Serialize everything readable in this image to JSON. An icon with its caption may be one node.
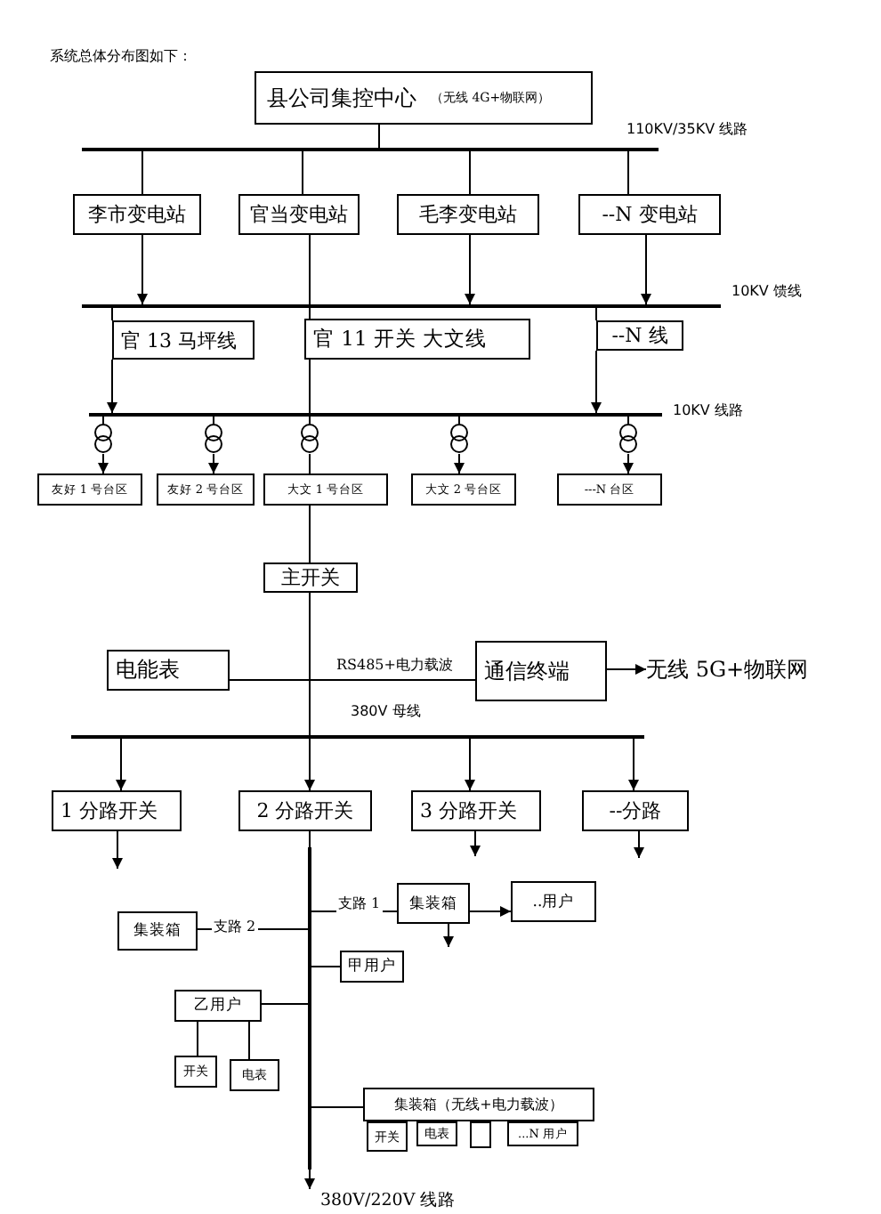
{
  "diagram": {
    "title": "系统总体分布图如下：",
    "nodes": [
      {
        "text": [
          "县公司集控中心",
          "（无线 4G+物联网）"
        ]
      },
      {
        "text": [],
        "shape": "bar",
        "beside": [
          "110KV/35KV 线路"
        ]
      },
      {
        "text": [
          "李市变电站"
        ]
      },
      {
        "text": [
          "官当变电站"
        ]
      },
      {
        "text": [
          "毛李变电站"
        ]
      },
      {
        "text": [
          "--N 变电站"
        ]
      },
      {
        "text": [],
        "shape": "bar",
        "beside": [
          "10KV 馈线"
        ]
      },
      {
        "text": [
          "官 13 马坪线"
        ]
      },
      {
        "text": [
          "官 11 开关 大文线"
        ]
      },
      {
        "text": [
          "--N 线"
        ]
      },
      {
        "text": [],
        "shape": "bar",
        "beside": [
          "10KV 线路"
        ]
      },
      {
        "text": [],
        "shape": "circle"
      },
      {
        "text": [],
        "shape": "circle"
      },
      {
        "text": [],
        "shape": "circle"
      },
      {
        "text": [],
        "shape": "circle"
      },
      {
        "text": [],
        "shape": "circle"
      },
      {
        "text": [
          "友好 1 号台区"
        ]
      },
      {
        "text": [
          "友好 2 号台区"
        ]
      },
      {
        "text": [
          "大文 1 号台区"
        ]
      },
      {
        "text": [
          "大文 2 号台区"
        ]
      },
      {
        "text": [
          "---N 台区"
        ]
      },
      {
        "text": [
          "主开关"
        ]
      },
      {
        "text": [
          "电能表"
        ]
      },
      {
        "text": [
          "通信终端"
        ]
      },
      {
        "text": [
          "无线 5G+物联网"
        ]
      },
      {
        "text": [],
        "shape": "bar",
        "beside": [
          "380V 母线"
        ]
      },
      {
        "text": [
          "1 分路开关"
        ]
      },
      {
        "text": [
          "2 分路开关"
        ]
      },
      {
        "text": [
          "3 分路开关"
        ]
      },
      {
        "text": [
          "--分路"
        ]
      },
      {
        "text": [],
        "shape": "bar"
      },
      {
        "text": [
          "集装箱"
        ]
      },
      {
        "text": [
          "..用户"
        ]
      },
      {
        "text": [
          "集装箱"
        ]
      },
      {
        "text": [
          "甲用户"
        ]
      },
      {
        "text": [
          "乙用户"
        ]
      },
      {
        "text": [
          "开关"
        ]
      },
      {
        "text": [
          "电表"
        ]
      },
      {
        "text": [
          "集装箱（无线+电力载波）"
        ]
      },
      {
        "text": [
          "开关"
        ]
      },
      {
        "text": [
          "电表"
        ]
      },
      {
        "text": [],
        "shape": "box"
      },
      {
        "text": [
          "...N 用户"
        ]
      },
      {
        "text": [
          "380V/220V 线路"
        ]
      }
    ],
    "edges": [
      {
        "from": 0,
        "to": 1,
        "arrow": "none"
      },
      {
        "from": 1,
        "to": 2,
        "arrow": "none"
      },
      {
        "from": 1,
        "to": 3,
        "arrow": "none"
      },
      {
        "from": 1,
        "to": 4,
        "arrow": "none"
      },
      {
        "from": 1,
        "to": 5,
        "arrow": "none"
      },
      {
        "from": 2,
        "to": 6,
        "arrow": "to"
      },
      {
        "from": 3,
        "to": 6,
        "arrow": "none"
      },
      {
        "from": 4,
        "to": 6,
        "arrow": "to"
      },
      {
        "from": 5,
        "to": 6,
        "arrow": "to"
      },
      {
        "from": 6,
        "to": 7,
        "arrow": "none"
      },
      {
        "from": 7,
        "to": 10,
        "arrow": "to"
      },
      {
        "from": 6,
        "to": 8,
        "arrow": "none"
      },
      {
        "from": 8,
        "to": 10,
        "arrow": "none"
      },
      {
        "from": 6,
        "to": 9,
        "arrow": "none"
      },
      {
        "from": 9,
        "to": 10,
        "arrow": "to"
      },
      {
        "from": 10,
        "to": 11,
        "arrow": "none"
      },
      {
        "from": 10,
        "to": 12,
        "arrow": "none"
      },
      {
        "from": 10,
        "to": 13,
        "arrow": "none"
      },
      {
        "from": 10,
        "to": 14,
        "arrow": "none"
      },
      {
        "from": 10,
        "to": 15,
        "arrow": "none"
      },
      {
        "from": 11,
        "to": 16,
        "arrow": "to"
      },
      {
        "from": 12,
        "to": 17,
        "arrow": "to"
      },
      {
        "from": 13,
        "to": 18,
        "arrow": "none"
      },
      {
        "from": 14,
        "to": 19,
        "arrow": "to"
      },
      {
        "from": 15,
        "to": 20,
        "arrow": "to"
      },
      {
        "from": 18,
        "to": 21,
        "arrow": "none"
      },
      {
        "from": 21,
        "to": 25,
        "arrow": "none"
      },
      {
        "from": 22,
        "to": 23,
        "arrow": "none",
        "label": "RS485+电力载波"
      },
      {
        "from": 23,
        "to": 24,
        "arrow": "to"
      },
      {
        "from": 25,
        "to": 26,
        "arrow": "to"
      },
      {
        "from": 25,
        "to": 27,
        "arrow": "to"
      },
      {
        "from": 25,
        "to": 28,
        "arrow": "to"
      },
      {
        "from": 25,
        "to": 29,
        "arrow": "to"
      },
      {
        "from": 26,
        "to": null,
        "arrow": "to"
      },
      {
        "from": 28,
        "to": null,
        "arrow": "to"
      },
      {
        "from": 29,
        "to": null,
        "arrow": "to"
      },
      {
        "from": 27,
        "to": 30,
        "arrow": "none"
      },
      {
        "from": 30,
        "to": 43,
        "arrow": "to"
      },
      {
        "from": 30,
        "to": 31,
        "arrow": "none",
        "label": "支路 1"
      },
      {
        "from": 31,
        "to": 32,
        "arrow": "to"
      },
      {
        "from": 31,
        "to": null,
        "arrow": "to"
      },
      {
        "from": 30,
        "to": 33,
        "arrow": "none",
        "label": "支路 2"
      },
      {
        "from": 30,
        "to": 34,
        "arrow": "none"
      },
      {
        "from": 30,
        "to": 35,
        "arrow": "none"
      },
      {
        "from": 35,
        "to": 36,
        "arrow": "none"
      },
      {
        "from": 35,
        "to": 37,
        "arrow": "none"
      },
      {
        "from": 30,
        "to": 38,
        "arrow": "none"
      }
    ]
  }
}
